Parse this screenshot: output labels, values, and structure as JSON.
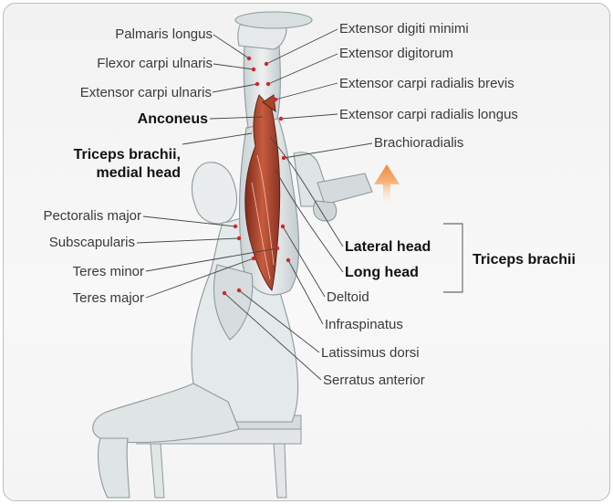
{
  "labels": {
    "palmaris_longus": "Palmaris longus",
    "flexor_carpi_ulnaris": "Flexor carpi ulnaris",
    "extensor_carpi_ulnaris": "Extensor carpi ulnaris",
    "anconeus": "Anconeus",
    "triceps_medial_line1": "Triceps brachii,",
    "triceps_medial_line2": "medial head",
    "pectoralis_major": "Pectoralis major",
    "subscapularis": "Subscapularis",
    "teres_minor": "Teres minor",
    "teres_major": "Teres major",
    "extensor_digiti_minimi": "Extensor digiti minimi",
    "extensor_digitorum": "Extensor digitorum",
    "extensor_carpi_radialis_brevis": "Extensor carpi radialis brevis",
    "extensor_carpi_radialis_longus": "Extensor carpi radialis longus",
    "brachioradialis": "Brachioradialis",
    "lateral_head": "Lateral head",
    "long_head": "Long head",
    "triceps_brachii": "Triceps brachii",
    "deltoid": "Deltoid",
    "infraspinatus": "Infraspinatus",
    "latissimus_dorsi": "Latissimus dorsi",
    "serratus_anterior": "Serratus anterior"
  },
  "colors": {
    "muscle_highlight": "#a8432c",
    "pointer_dot": "#d6232a",
    "arrow": "#f08a3c"
  },
  "icons": {
    "direction_arrow": "up-arrow-icon"
  }
}
